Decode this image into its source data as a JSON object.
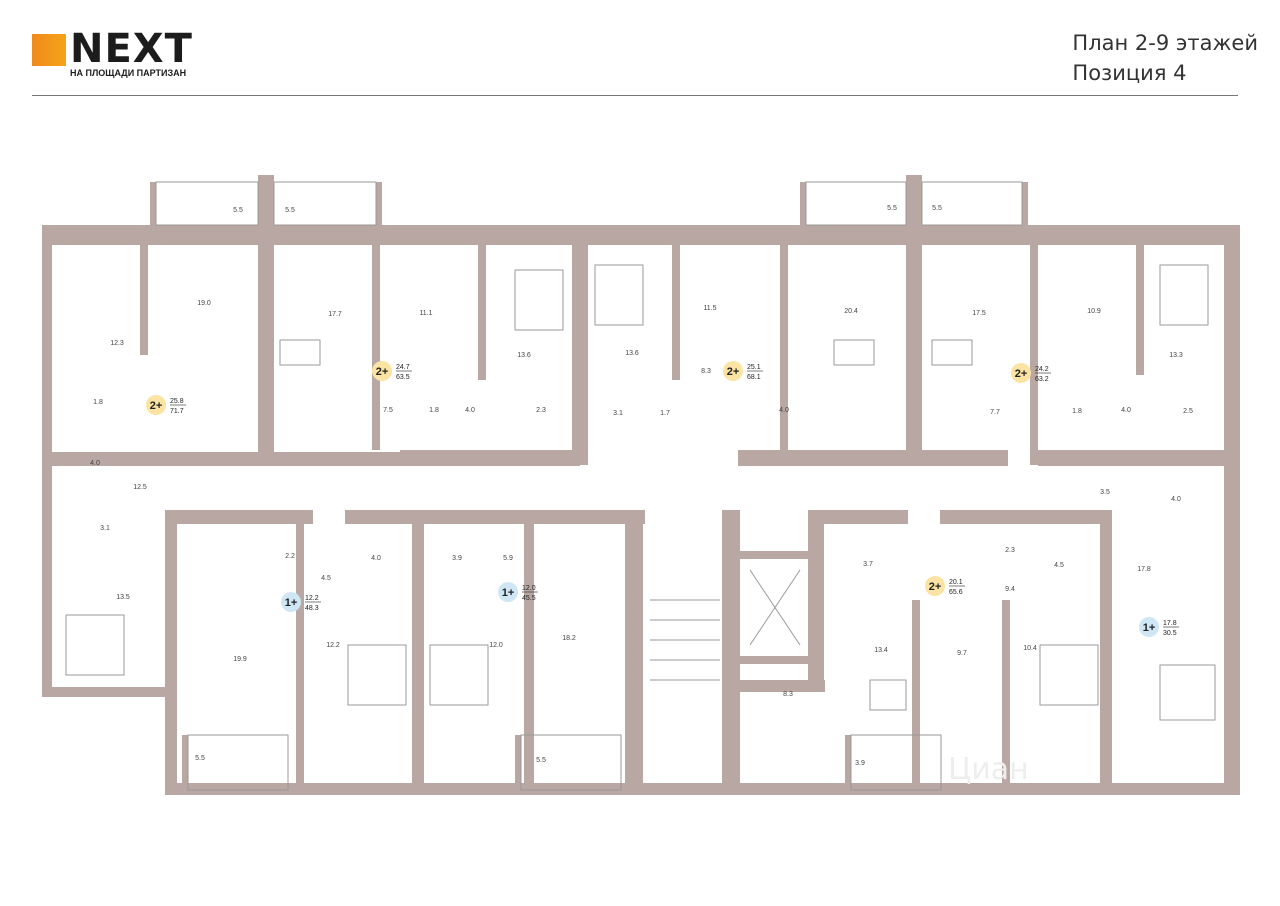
{
  "brand": {
    "name": "NEXT",
    "subtitle": "НА ПЛОЩАДИ ПАРТИЗАН",
    "color": "#f08a1c"
  },
  "plan": {
    "title_line1": "План 2-9 этажей",
    "title_line2": "Позиция 4"
  },
  "watermark": "Циан",
  "colors": {
    "wall": "#b8a7a2",
    "badge_two": "#fbe3a3",
    "badge_one": "#cfe7f5"
  },
  "apartments": [
    {
      "id": "a1",
      "type": "2+",
      "living": "25.8",
      "total": "71.7"
    },
    {
      "id": "a2",
      "type": "2+",
      "living": "24.7",
      "total": "63.5"
    },
    {
      "id": "a3",
      "type": "2+",
      "living": "25.1",
      "total": "68.1"
    },
    {
      "id": "a4",
      "type": "2+",
      "living": "24.2",
      "total": "63.2"
    },
    {
      "id": "a5",
      "type": "1+",
      "living": "12.2",
      "total": "48.3"
    },
    {
      "id": "a6",
      "type": "1+",
      "living": "12.0",
      "total": "45.5"
    },
    {
      "id": "a7",
      "type": "2+",
      "living": "20.1",
      "total": "65.6"
    },
    {
      "id": "a8",
      "type": "1+",
      "living": "17.8",
      "total": "30.5"
    }
  ],
  "room_areas": [
    "5.5",
    "5.5",
    "5.5",
    "5.5",
    "12.3",
    "19.0",
    "17.7",
    "11.1",
    "13.6",
    "13.6",
    "11.5",
    "20.4",
    "17.5",
    "10.9",
    "13.3",
    "1.8",
    "7.5",
    "1.8",
    "4.0",
    "2.3",
    "3.1",
    "1.7",
    "8.3",
    "4.0",
    "7.7",
    "1.8",
    "4.0",
    "2.5",
    "4.0",
    "12.5",
    "3.1",
    "13.5",
    "3.5",
    "4.0",
    "2.2",
    "4.0",
    "3.9",
    "5.9",
    "4.5",
    "3.7",
    "2.3",
    "4.5",
    "17.8",
    "9.4",
    "19.9",
    "12.2",
    "12.0",
    "18.2",
    "13.4",
    "9.7",
    "10.4",
    "8.3",
    "5.5",
    "5.5",
    "3.9"
  ]
}
